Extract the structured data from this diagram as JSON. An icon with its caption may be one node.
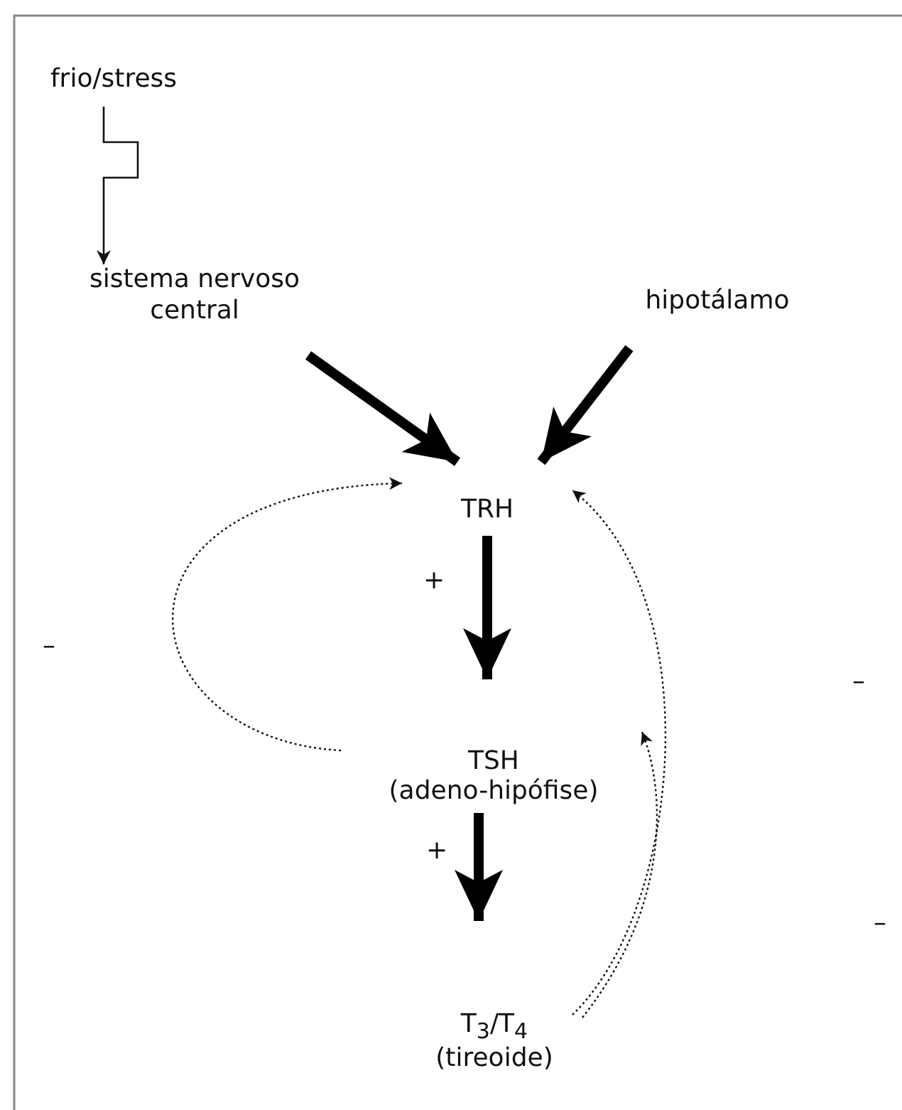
{
  "diagram": {
    "nodes": [
      {
        "text": [
          "frio/stress"
        ]
      },
      {
        "text": [
          "sistema nervoso central"
        ]
      },
      {
        "text": [
          "hipotálamo"
        ]
      },
      {
        "text": [
          "TRH"
        ]
      },
      {
        "text": [
          "TSH",
          "(adeno-hipófise)"
        ]
      },
      {
        "text": [
          "T$_{3}$/T$_{4}$",
          "(tireoide)"
        ]
      }
    ],
    "edges": [
      {
        "from": 0,
        "to": 1,
        "arrow": "to"
      },
      {
        "from": 1,
        "to": 3,
        "arrow": "to",
        "style": "thick"
      },
      {
        "from": 2,
        "to": 3,
        "arrow": "to",
        "style": "thick"
      },
      {
        "from": 3,
        "to": 4,
        "arrow": "to",
        "style": "thick",
        "label": "+"
      },
      {
        "from": 4,
        "to": 5,
        "arrow": "to",
        "style": "thick",
        "label": "+"
      },
      {
        "from": 4,
        "to": 3,
        "arrow": "to",
        "style": "dashed"
      },
      {
        "from": 5,
        "to": 3,
        "arrow": "to",
        "style": "dashed"
      },
      {
        "from": 5,
        "to": 4,
        "arrow": "to",
        "style": "dashed"
      }
    ],
    "labels": [
      "–",
      "–",
      "–"
    ]
  }
}
